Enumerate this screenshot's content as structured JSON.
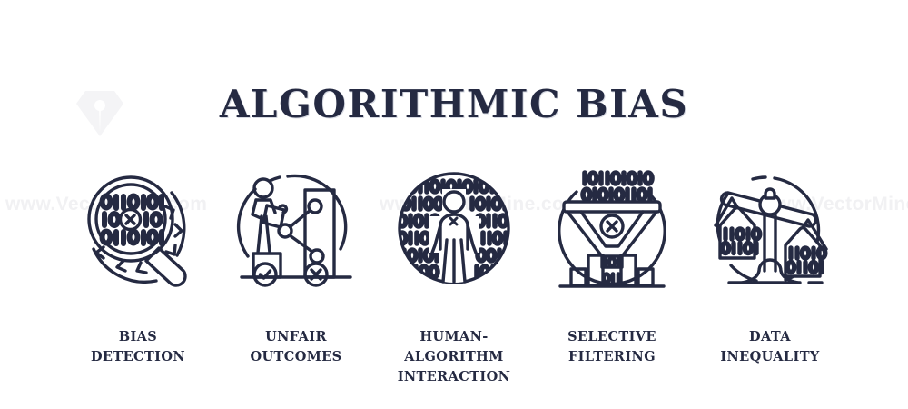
{
  "page": {
    "background_color": "#ffffff",
    "accent_color": "#252a42",
    "title": "ALGORITHMIC BIAS"
  },
  "watermarks": {
    "logo_name": "gem-logo-watermark",
    "texts": [
      {
        "name": "watermark-left",
        "text": "www.VectorMine.com"
      },
      {
        "name": "watermark-center",
        "text": "www.VectorMine.com"
      },
      {
        "name": "watermark-right",
        "text": "www.VectorMine.com"
      }
    ]
  },
  "items": [
    {
      "id": "bias-detection",
      "icon": "magnifier-binary-cycle-icon",
      "label_line1": "BIAS",
      "label_line2": "DETECTION",
      "binary_rows": [
        "OIIOIOI",
        "IO⊗IO",
        "OIIOIOI"
      ]
    },
    {
      "id": "unfair-outcomes",
      "icon": "person-podium-chart-icon",
      "label_line1": "UNFAIR",
      "label_line2": "OUTCOMES",
      "markers": [
        "check",
        "cross"
      ]
    },
    {
      "id": "human-algorithm-interaction",
      "icon": "human-in-binary-circle-icon",
      "label_line1": "HUMAN-ALGORITHM",
      "label_line2": "INTERACTION",
      "binary_rows": [
        "OIIOIOIOI",
        "OIIOO 1OIOI",
        "OIOIO OIIIO",
        "OIIO IIOIO",
        "IOIOI OOIIO",
        "IOO IOIO"
      ]
    },
    {
      "id": "selective-filtering",
      "icon": "funnel-filter-bars-icon",
      "label_line1": "SELECTIVE",
      "label_line2": "FILTERING",
      "binary_rows": [
        "IOIIOIOIO",
        "OIOIOIIOI",
        "IOI",
        "OII"
      ]
    },
    {
      "id": "data-inequality",
      "icon": "unbalanced-scales-binary-icon",
      "label_line1": "DATA",
      "label_line2": "INEQUALITY",
      "binary_left": [
        "IIOIO",
        "OIIOI"
      ],
      "binary_right": [
        "IIOIO",
        "OIIOI"
      ]
    }
  ]
}
